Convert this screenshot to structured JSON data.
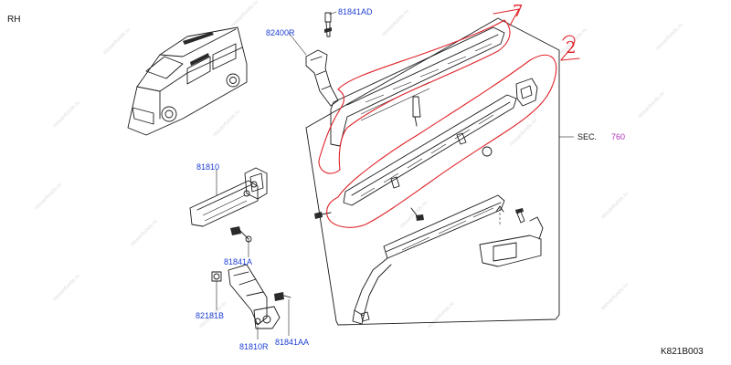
{
  "side_label": "RH",
  "part_labels": {
    "bolt_top": "81841AD",
    "hinge_upper": "82400R",
    "hinge_left": "81810",
    "bolt_left": "81841A",
    "bushing": "82181B",
    "hinge_lower": "81810R",
    "bolt_lower": "81841AA"
  },
  "section_ref": {
    "prefix": "SEC.",
    "number": "760"
  },
  "handwritten_marks": [
    "7",
    "2"
  ],
  "diagram_code": "K821B003",
  "colors": {
    "label_blue": "#1d3fd6",
    "section_magenta": "#b02fb6",
    "marker_red": "#e0242a"
  }
}
